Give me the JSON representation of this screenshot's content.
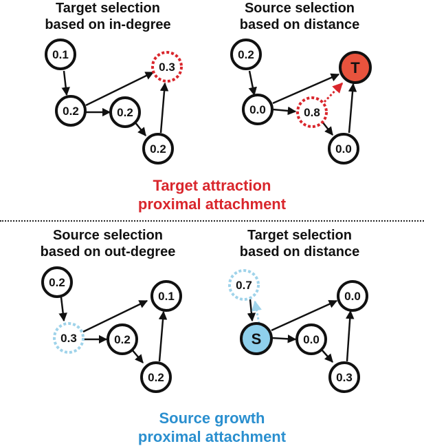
{
  "panels": {
    "top_left": {
      "title_line1": "Target selection",
      "title_line2": "based on in-degree",
      "nodes": [
        "0.1",
        "0.2",
        "0.2",
        "0.2",
        "0.3"
      ]
    },
    "top_right": {
      "title_line1": "Source selection",
      "title_line2": "based on distance",
      "nodes": [
        "0.2",
        "0.0",
        "0.8",
        "0.0",
        "T"
      ]
    },
    "bottom_left": {
      "title_line1": "Source selection",
      "title_line2": "based on out-degree",
      "nodes": [
        "0.2",
        "0.3",
        "0.2",
        "0.2",
        "0.1"
      ]
    },
    "bottom_right": {
      "title_line1": "Target selection",
      "title_line2": "based on distance",
      "nodes": [
        "0.7",
        "S",
        "0.0",
        "0.3",
        "0.0"
      ]
    }
  },
  "captions": {
    "target_line1": "Target attraction",
    "target_line2": "proximal attachment",
    "source_line1": "Source growth",
    "source_line2": "proximal attachment"
  },
  "colors": {
    "target_red": "#d9262c",
    "target_fill": "#e8533d",
    "source_blue": "#2a8fcf",
    "source_dashed": "#9fd3ea",
    "source_fill": "#8fd0ec"
  }
}
